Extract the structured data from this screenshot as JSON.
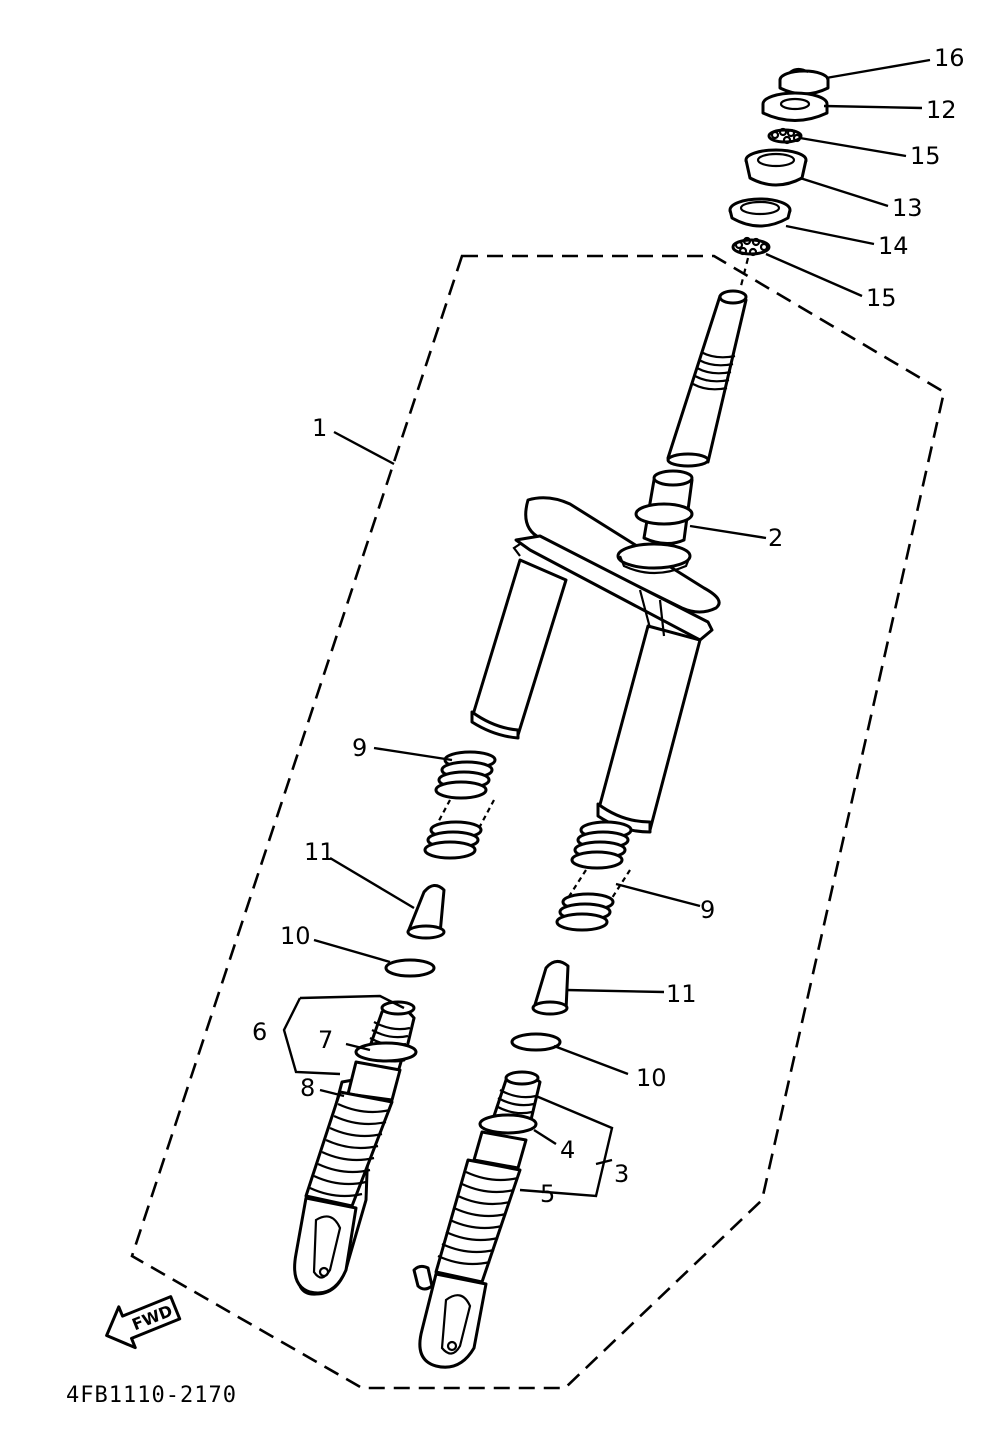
{
  "diagram": {
    "drawing_code": "4FB1110-2170",
    "direction_arrow": "FWD",
    "callouts": {
      "c1": "1",
      "c2": "2",
      "c3": "3",
      "c4": "4",
      "c5": "5",
      "c6": "6",
      "c7": "7",
      "c8": "8",
      "c9a": "9",
      "c9b": "9",
      "c10a": "10",
      "c10b": "10",
      "c11a": "11",
      "c11b": "11",
      "c12": "12",
      "c13": "13",
      "c14": "14",
      "c15a": "15",
      "c15b": "15",
      "c16": "16"
    }
  }
}
